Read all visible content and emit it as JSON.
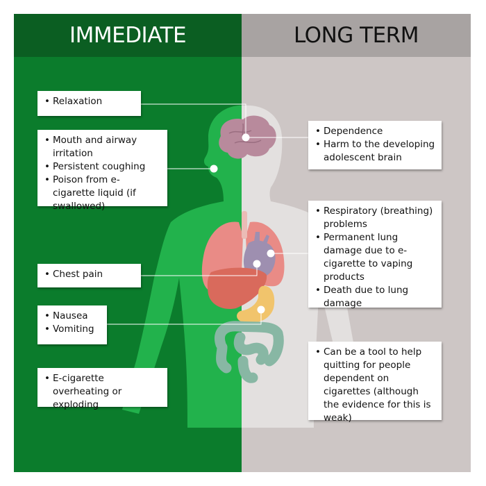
{
  "headers": {
    "immediate": "IMMEDIATE",
    "long_term": "LONG TERM"
  },
  "colors": {
    "immediate_bg": "#0b7c2c",
    "immediate_header": "#0b5e22",
    "long_term_bg": "#cdc6c5",
    "long_term_header": "#a8a3a2"
  },
  "immediate_boxes": [
    {
      "items": [
        "Relaxation"
      ]
    },
    {
      "items": [
        "Mouth and airway irritation",
        "Persistent coughing",
        "Poison from e-cigarette liquid (if swallowed)"
      ]
    },
    {
      "items": [
        "Chest pain"
      ]
    },
    {
      "items": [
        "Nausea",
        "Vomiting"
      ]
    },
    {
      "items": [
        "E-cigarette overheating or exploding"
      ]
    }
  ],
  "long_term_boxes": [
    {
      "items": [
        "Dependence",
        "Harm to the developing adolescent brain"
      ]
    },
    {
      "items": [
        "Respiratory (breathing) problems",
        "Permanent lung damage due to e-cigarette to vaping products",
        "Death due to lung damage"
      ]
    },
    {
      "items": [
        "Can be a tool to help quitting for people dependent on cigarettes (although the evidence for this is weak)"
      ]
    }
  ]
}
